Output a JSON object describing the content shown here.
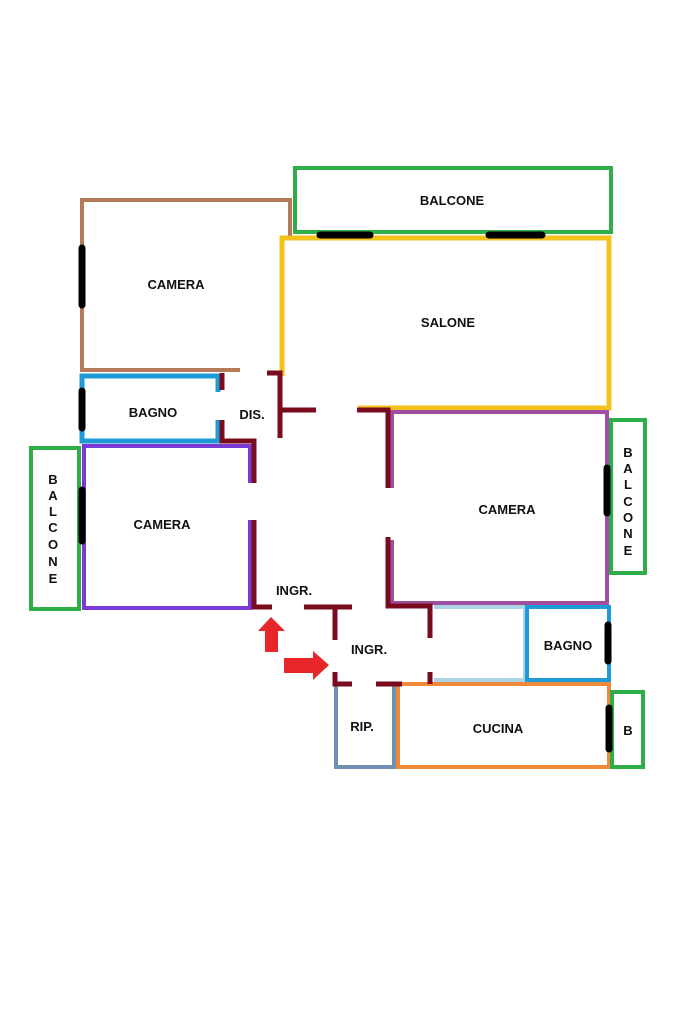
{
  "rooms": {
    "balcone_top": "BALCONE",
    "camera_top_left": "CAMERA",
    "salone": "SALONE",
    "bagno_left": "BAGNO",
    "dis": "DIS.",
    "camera_left": "CAMERA",
    "balcone_left": [
      "B",
      "A",
      "L",
      "C",
      "O",
      "N",
      "E"
    ],
    "camera_right": "CAMERA",
    "balcone_right": [
      "B",
      "A",
      "L",
      "C",
      "O",
      "N",
      "E"
    ],
    "ingr_1": "INGR.",
    "ingr_2": "INGR.",
    "bagno_right": "BAGNO",
    "rip": "RIP.",
    "cucina": "CUCINA",
    "balcone_small": "B"
  },
  "colors": {
    "green": "#2eae48",
    "brown": "#b57a58",
    "yellow": "#f5c21c",
    "blue": "#1e9ad6",
    "purple": "#7a3ad6",
    "magenta": "#a04fa0",
    "lightblue": "#a9d3e6",
    "orange": "#ee8a3a",
    "steel": "#6f8fb3",
    "wall": "#7a0a1e",
    "window": "#000000",
    "arrow": "#e8262a"
  }
}
